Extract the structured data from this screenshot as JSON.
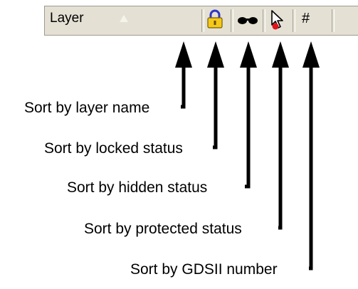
{
  "header": {
    "layer_label": "Layer",
    "hash_label": "#",
    "icons": [
      "sort-ascending-icon",
      "lock-icon",
      "glasses-icon",
      "cursor-pointer-icon"
    ]
  },
  "captions": [
    "Sort by layer name",
    "Sort by locked status",
    "Sort by hidden status",
    "Sort by protected status",
    "Sort by GDSII number"
  ],
  "colors": {
    "header_bg": "#e4e1d4",
    "lock_body": "#f3c91c",
    "lock_shackle": "#2f35c6",
    "pointer_dot": "#e0141a"
  }
}
